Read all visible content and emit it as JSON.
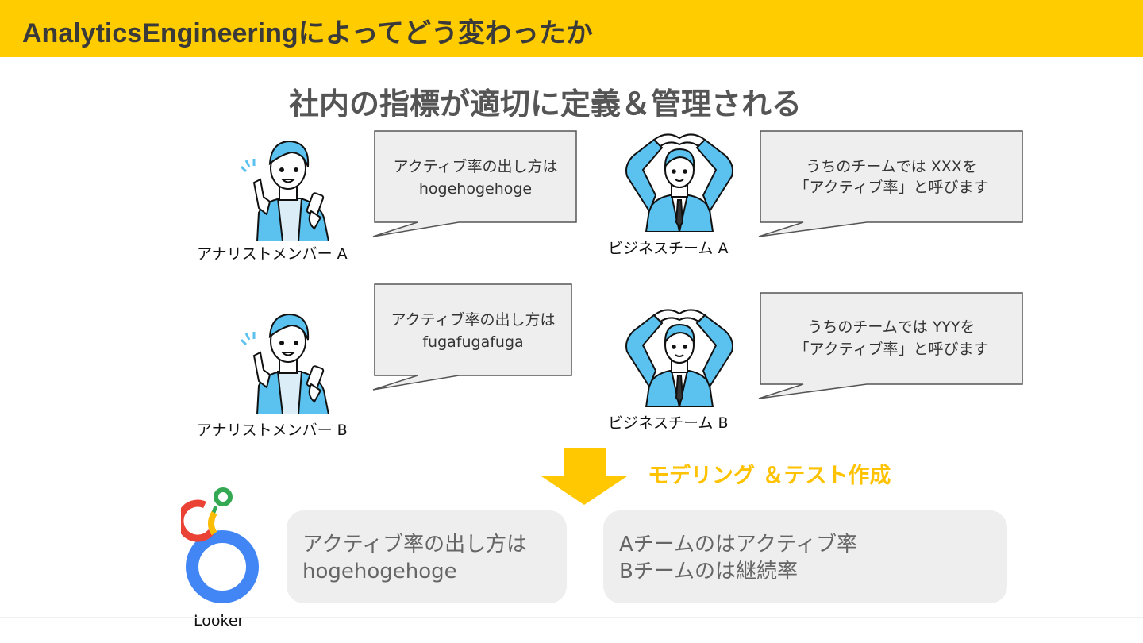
{
  "header": {
    "title": "AnalyticsEngineeringによってどう変わったか"
  },
  "subtitle": "社内の指標が適切に定義＆管理される",
  "people": {
    "analyst_a": "アナリストメンバー A",
    "analyst_b": "アナリストメンバー B",
    "business_a": "ビジネスチーム A",
    "business_b": "ビジネスチーム B"
  },
  "bubbles": {
    "analyst_a": {
      "line1": "アクティブ率の出し方は",
      "line2": "hogehogehoge"
    },
    "analyst_b": {
      "line1": "アクティブ率の出し方は",
      "line2": "fugafugafuga"
    },
    "business_a": {
      "line1": "うちのチームでは XXXを",
      "line2": "「アクティブ率」と呼びます"
    },
    "business_b": {
      "line1": "うちのチームでは YYYを",
      "line2": "「アクティブ率」と呼びます"
    }
  },
  "modeling_label": "モデリング ＆テスト作成",
  "looker_label": "Looker",
  "cards": {
    "left": {
      "line1": "アクティブ率の出し方は",
      "line2": "hogehogehoge"
    },
    "right": {
      "line1": "Aチームのはアクティブ率",
      "line2": "Bチームのは継続率"
    }
  },
  "colors": {
    "accent": "#ffcc00",
    "arrow": "#ffc800",
    "bubble_fill": "#eeeeee",
    "card_fill": "#eeeeee",
    "person_blue": "#5bc1ef"
  },
  "icons": [
    "analyst-person-icon",
    "business-person-icon",
    "down-arrow-icon",
    "looker-logo-icon"
  ]
}
